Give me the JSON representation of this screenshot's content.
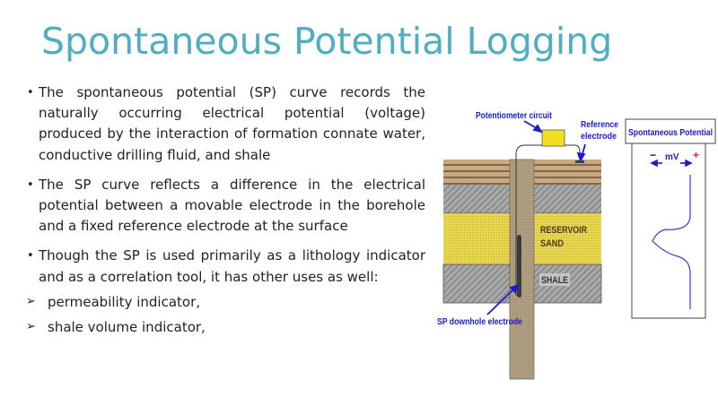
{
  "slide": {
    "title": "Spontaneous Potential Logging",
    "bullets": [
      {
        "text": "The spontaneous potential (SP) curve records the naturally occurring electrical potential (voltage) produced by the interaction of formation connate water, conductive drilling fluid, and shale"
      },
      {
        "text": "The SP curve reflects a difference in the electrical potential between a movable electrode in the borehole and a fixed reference electrode at the surface"
      },
      {
        "text": "Though the SP is used primarily as a lithology indicator and as a correlation tool, it has other uses as well:"
      }
    ],
    "sub_bullets": [
      {
        "text": "permeability indicator,"
      },
      {
        "text": "shale volume indicator,"
      }
    ]
  },
  "figure": {
    "labels": {
      "potentiometer": "Potentiometer circuit",
      "reference_line1": "Reference",
      "reference_line2": "electrode",
      "reservoir_line1": "RESERVOIR",
      "reservoir_line2": "SAND",
      "shale": "SHALE",
      "downhole": "SP downhole electrode",
      "log_title": "Spontaneous Potential",
      "minus": "−",
      "plus": "+",
      "mv": "mV"
    },
    "colors": {
      "label_blue": "#1a1ad6",
      "title_teal": "#4faec2",
      "sand_yellow": "#e8d54f",
      "shale_gray": "#a8a8a8",
      "topsoil_tan": "#c9aa80",
      "borehole_tan": "#b09e80",
      "potentiometer_yellow": "#f0e020",
      "curve_blue": "#3b3bcc",
      "plus_red": "#e02020"
    }
  }
}
